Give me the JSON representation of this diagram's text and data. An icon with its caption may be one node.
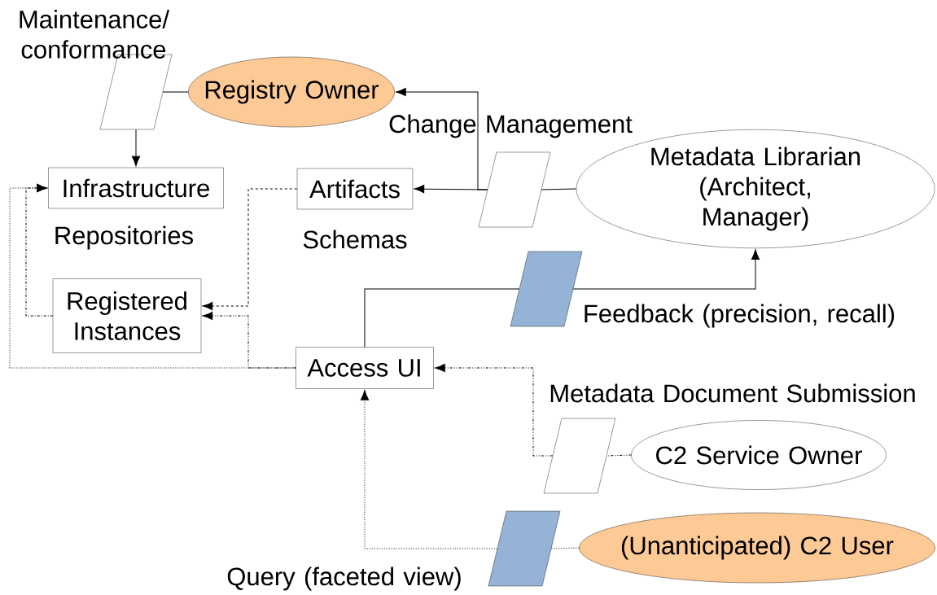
{
  "diagram": {
    "nodes": [
      {
        "text": [
          "Registry Owner"
        ]
      },
      {
        "text": [
          "Maintenance/ conformance"
        ]
      },
      {
        "text": [
          "Infrastructure"
        ],
        "beside": [
          "Repositories"
        ]
      },
      {
        "text": [
          "Artifacts"
        ],
        "beside": [
          "Schemas"
        ]
      },
      {
        "text": [
          "Change Management"
        ]
      },
      {
        "text": [
          "Metadata Librarian (Architect, Manager)"
        ]
      },
      {
        "text": [
          "Registered Instances"
        ]
      },
      {
        "text": [
          "Feedback  (precision, recall)"
        ]
      },
      {
        "text": [
          "Access UI"
        ]
      },
      {
        "text": [
          "Metadata Document Submission"
        ]
      },
      {
        "text": [
          "C2 Service Owner"
        ]
      },
      {
        "text": [
          "Query (faceted view)"
        ]
      },
      {
        "text": [
          "(Unanticipated) C2 User"
        ]
      }
    ],
    "edges": [
      {
        "from": 0,
        "to": 1,
        "arrow": "none"
      },
      {
        "from": 1,
        "to": 2,
        "arrow": "to"
      },
      {
        "from": 5,
        "to": 4,
        "arrow": "none"
      },
      {
        "from": 4,
        "to": 0,
        "arrow": "to"
      },
      {
        "from": 4,
        "to": 3,
        "arrow": "to"
      },
      {
        "from": 3,
        "to": 6,
        "arrow": "to",
        "style": "dashed"
      },
      {
        "from": 6,
        "to": 2,
        "arrow": "to",
        "style": "dashed"
      },
      {
        "from": 8,
        "to": 6,
        "arrow": "to",
        "style": "dashed"
      },
      {
        "from": 8,
        "to": 2,
        "arrow": "to",
        "style": "dashed"
      },
      {
        "from": 8,
        "to": 7,
        "arrow": "none"
      },
      {
        "from": 7,
        "to": 5,
        "arrow": "to"
      },
      {
        "from": 10,
        "to": 9,
        "arrow": "none",
        "style": "dashed"
      },
      {
        "from": 9,
        "to": 8,
        "arrow": "to",
        "style": "dashed"
      },
      {
        "from": 12,
        "to": 11,
        "arrow": "none",
        "style": "dashed"
      },
      {
        "from": 11,
        "to": 8,
        "arrow": "to",
        "style": "dashed"
      }
    ]
  }
}
